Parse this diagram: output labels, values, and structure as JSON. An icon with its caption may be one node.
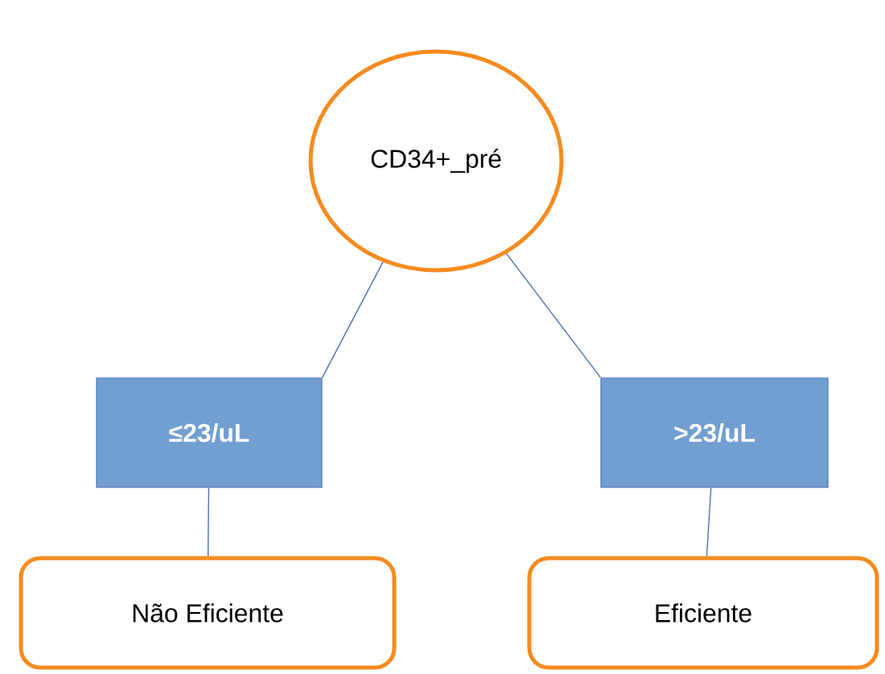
{
  "diagram": {
    "nodes": [
      {
        "text": [
          "CD34+_pré"
        ]
      },
      {
        "text": [
          "≤23/uL"
        ]
      },
      {
        "text": [
          ">23/uL"
        ]
      },
      {
        "text": [
          "Não Eficiente"
        ]
      },
      {
        "text": [
          "Eficiente"
        ]
      }
    ],
    "edges": [
      {
        "from": 0,
        "to": 1,
        "arrow": "none"
      },
      {
        "from": 0,
        "to": 2,
        "arrow": "none"
      },
      {
        "from": 1,
        "to": 3,
        "arrow": "none"
      },
      {
        "from": 2,
        "to": 4,
        "arrow": "none"
      }
    ]
  }
}
